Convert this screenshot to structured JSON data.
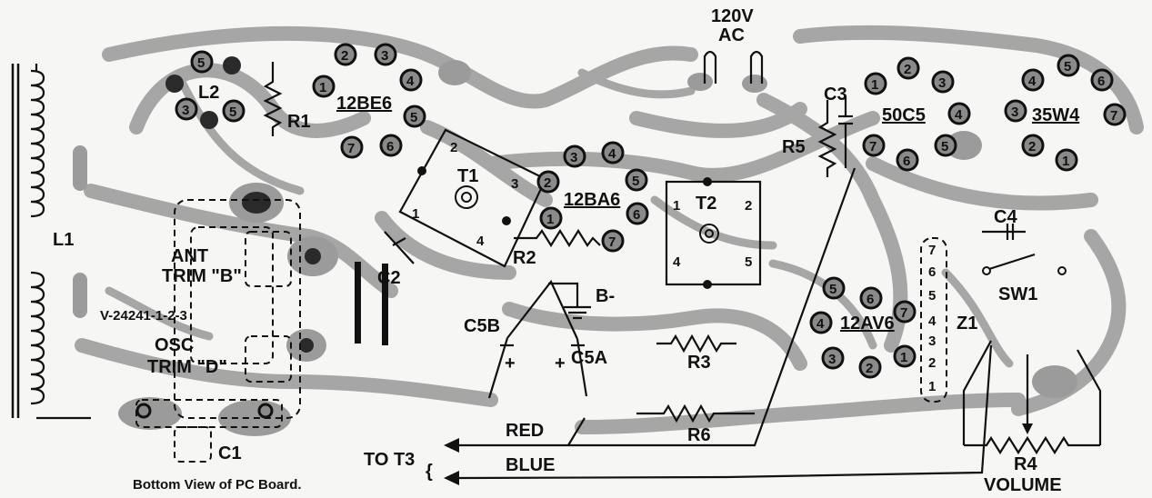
{
  "caption": "Bottom View of PC Board.",
  "power_label_line1": "120V",
  "power_label_line2": "AC",
  "tubes": {
    "t12be6": "12BE6",
    "t12ba6": "12BA6",
    "t50c5": "50C5",
    "t35w4": "35W4",
    "t12av6": "12AV6"
  },
  "components": {
    "l1": "L1",
    "l2": "L2",
    "r1": "R1",
    "r2": "R2",
    "r3": "R3",
    "r4": "R4",
    "r5": "R5",
    "r6": "R6",
    "t1": "T1",
    "t2": "T2",
    "c1": "C1",
    "c2": "C2",
    "c3": "C3",
    "c4": "C4",
    "c5a": "C5A",
    "c5b": "C5B",
    "sw1": "SW1",
    "z1": "Z1",
    "b_minus": "B-"
  },
  "trimmers": {
    "ant_line1": "ANT",
    "ant_line2": "TRIM \"B\"",
    "part_no": "V-24241-1-2-3",
    "osc_line1": "OSC",
    "osc_line2": "TRIM \"D\""
  },
  "leads": {
    "to": "TO T3",
    "red": "RED",
    "blue": "BLUE"
  },
  "volume": "VOLUME",
  "pins": {
    "p12be6": [
      "5",
      "4",
      "5",
      "3",
      "2",
      "1",
      "7",
      "6"
    ],
    "l2": [
      "5",
      "3"
    ],
    "p12ba6": [
      "3",
      "4",
      "5",
      "2",
      "1",
      "6",
      "7"
    ],
    "t1": [
      "2",
      "3",
      "1",
      "4"
    ],
    "t2": [
      "1",
      "2",
      "4",
      "5"
    ],
    "p50c5": [
      "1",
      "2",
      "3",
      "5",
      "6",
      "7",
      "4"
    ],
    "p35w4": [
      "4",
      "5",
      "6",
      "3",
      "7",
      "2",
      "1"
    ],
    "p12av6": [
      "5",
      "6",
      "7",
      "4",
      "3",
      "2",
      "1"
    ],
    "z1": [
      "7",
      "6",
      "5",
      "4",
      "3",
      "2",
      "1"
    ]
  }
}
